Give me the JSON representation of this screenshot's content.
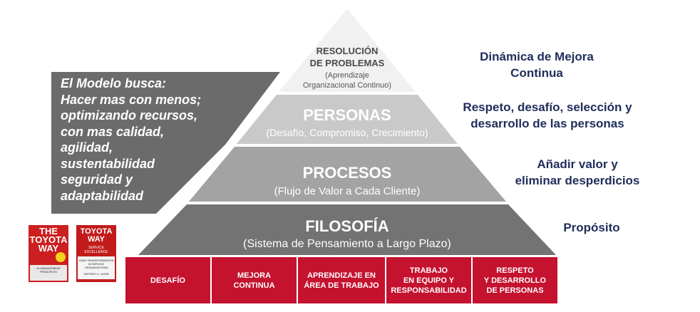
{
  "pyramid": {
    "levels": [
      {
        "title_lines": [
          "RESOLUCIÓN",
          "DE PROBLEMAS"
        ],
        "subtitle_lines": [
          "(Aprendizaje",
          "Organizacional Continuo)"
        ],
        "color": "#f1f1f1"
      },
      {
        "title": "PERSONAS",
        "subtitle": "(Desafío, Compromiso, Crecimiento)",
        "color": "#c9c9c9"
      },
      {
        "title": "PROCESOS",
        "subtitle": "(Flujo de Valor a Cada Cliente)",
        "color": "#a3a3a3"
      },
      {
        "title": "FILOSOFÍA",
        "subtitle": "(Sistema de Pensamiento a Largo Plazo)",
        "color": "#737373"
      }
    ],
    "right_labels": [
      [
        "Dinámica de Mejora",
        "Continua"
      ],
      [
        "Respeto, desafío, selección y",
        "desarrollo de las personas"
      ],
      [
        "Añadir valor y",
        "eliminar desperdicios"
      ],
      [
        "Propósito"
      ]
    ]
  },
  "model_box": {
    "lines": [
      "El Modelo busca:",
      "Hacer mas con menos;",
      "optimizando recursos,",
      "con mas calidad,",
      "agilidad,",
      "sustentabilidad",
      "seguridad y",
      "adaptabilidad"
    ],
    "color": "#6b6b6b"
  },
  "base": {
    "cells": [
      [
        "DESAFÍO"
      ],
      [
        "MEJORA",
        "CONTINUA"
      ],
      [
        "APRENDIZAJE EN",
        "ÁREA DE TRABAJO"
      ],
      [
        "TRABAJO",
        "EN EQUIPO Y",
        "RESPONSABILIDAD"
      ],
      [
        "RESPETO",
        "Y DESARROLLO",
        "DE PERSONAS"
      ]
    ],
    "color": "#c4122f"
  },
  "books": [
    {
      "title_lines": [
        "THE",
        "TOYOTA",
        "WAY"
      ],
      "subtitle": "14 MANAGEMENT PRINCIPLES",
      "color": "#cc1f1f"
    },
    {
      "title_lines": [
        "TOYOTA",
        "WAY"
      ],
      "subtitle": "SERVICE EXCELLENCE",
      "tagline": "LEAN TRANSFORMATION IN SERVICE ORGANIZATIONS",
      "author": "JEFFREY K. LIKER",
      "color": "#c21b1b"
    }
  ]
}
